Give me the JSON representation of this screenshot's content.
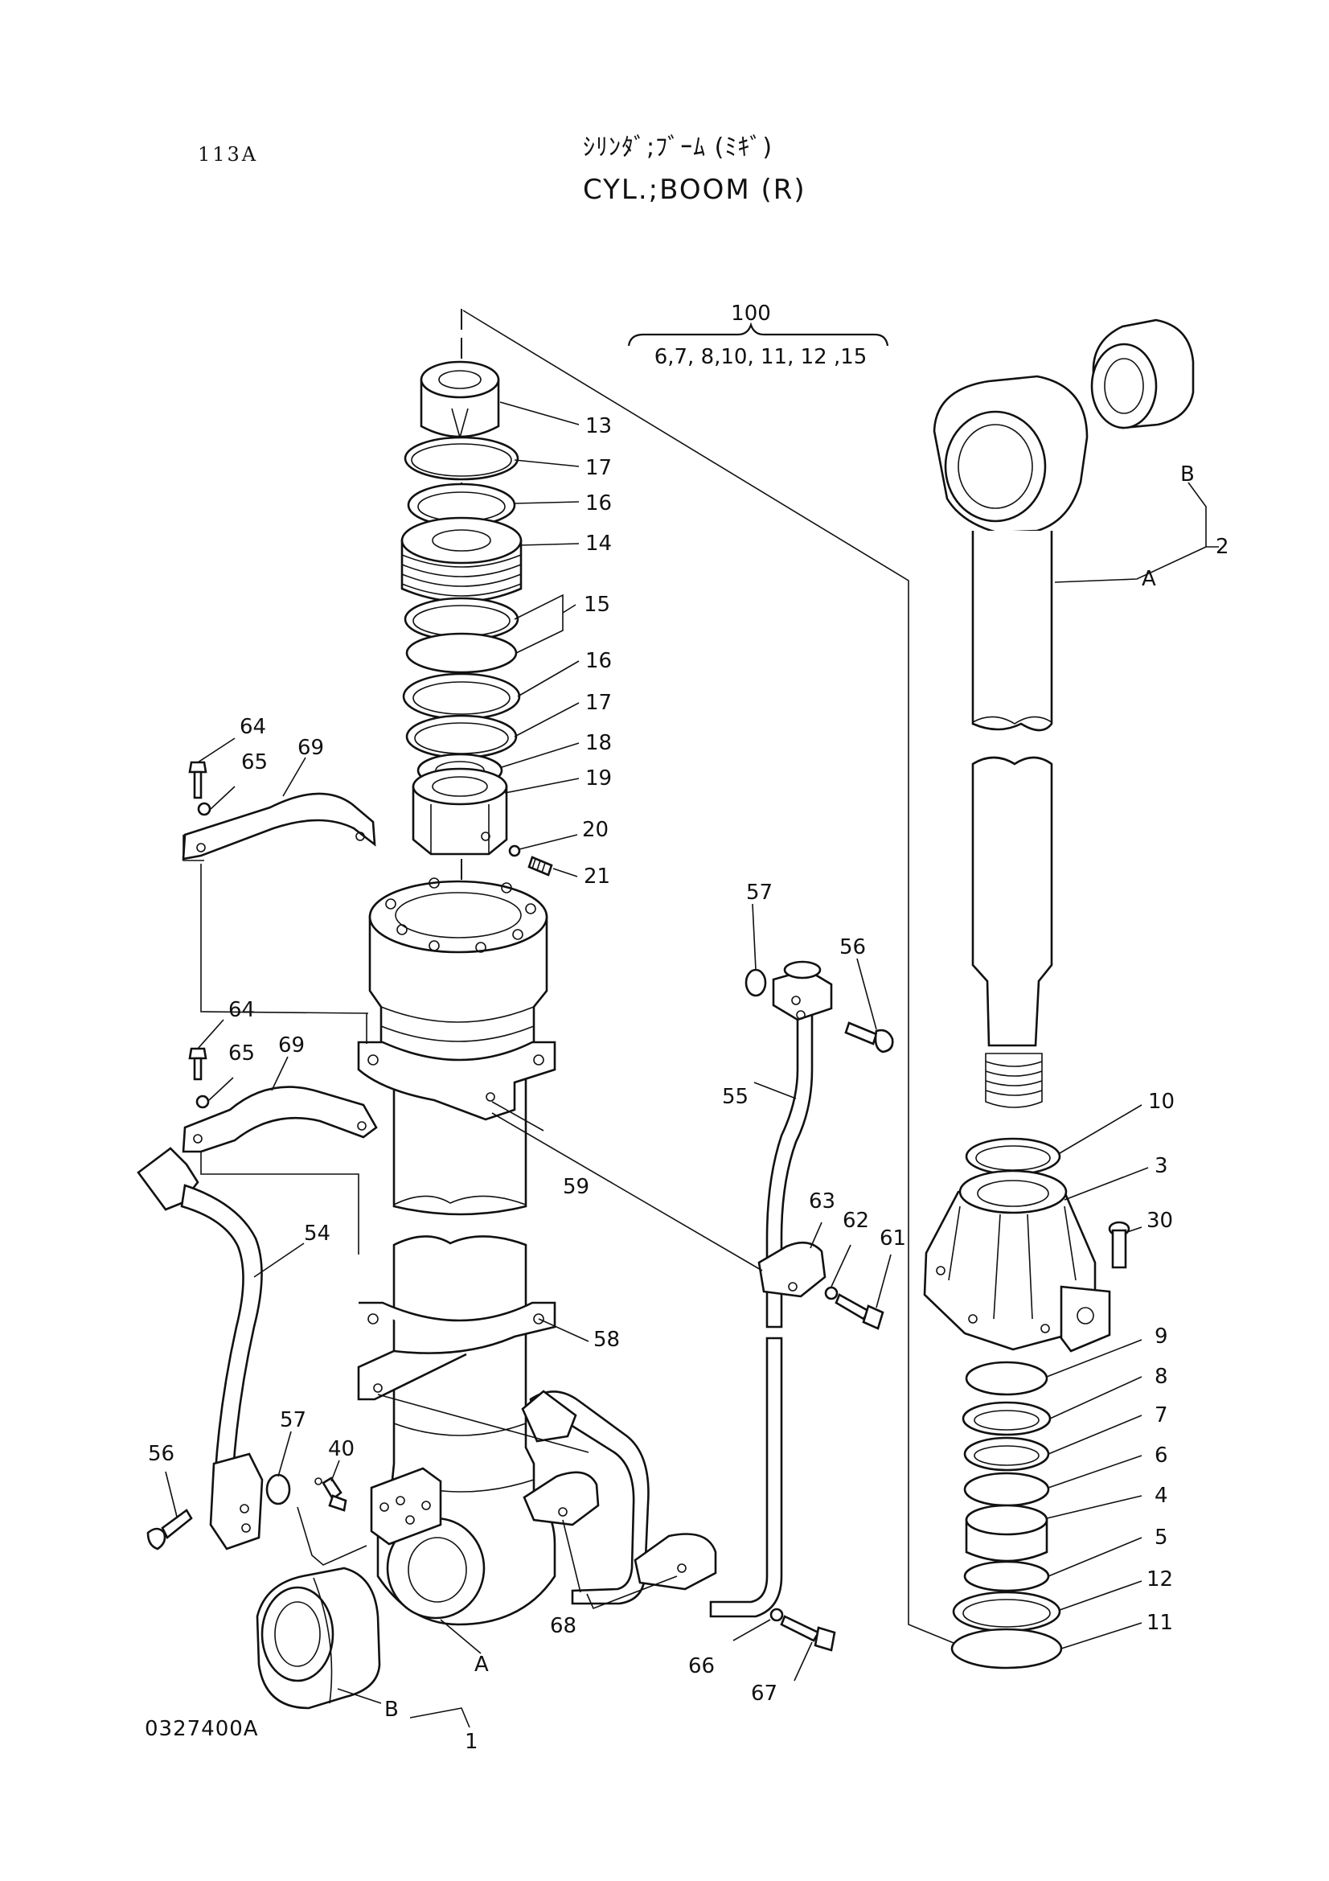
{
  "header": {
    "page_no": "113A",
    "title_jp": "ｼﾘﾝﾀﾞ;ﾌﾞｰﾑ (ﾐｷﾞ)",
    "title_en": "CYL.;BOOM (R)",
    "drawing_no": "0327400A"
  },
  "group": {
    "number": "100",
    "members": "6,7, 8,10, 11, 12 ,15"
  },
  "callouts": {
    "c13": "13",
    "c17a": "17",
    "c16a": "16",
    "c14": "14",
    "c15": "15",
    "c16b": "16",
    "c17b": "17",
    "c18": "18",
    "c19": "19",
    "c20": "20",
    "c21": "21",
    "c2": "2",
    "cA2": "A",
    "cB2": "B",
    "c10": "10",
    "c3": "3",
    "c30": "30",
    "c9": "9",
    "c8": "8",
    "c7": "7",
    "c6": "6",
    "c4": "4",
    "c5": "5",
    "c12": "12",
    "c11": "11",
    "c64a": "64",
    "c65a": "65",
    "c69a": "69",
    "c64b": "64",
    "c65b": "65",
    "c69b": "69",
    "c59": "59",
    "c58": "58",
    "c54": "54",
    "c56a": "56",
    "c57a": "57",
    "c40": "40",
    "c1": "1",
    "cA1": "A",
    "cB1": "B",
    "c57b": "57",
    "c56b": "56",
    "c55": "55",
    "c63": "63",
    "c62": "62",
    "c61": "61",
    "c68": "68",
    "c66": "66",
    "c67": "67"
  }
}
